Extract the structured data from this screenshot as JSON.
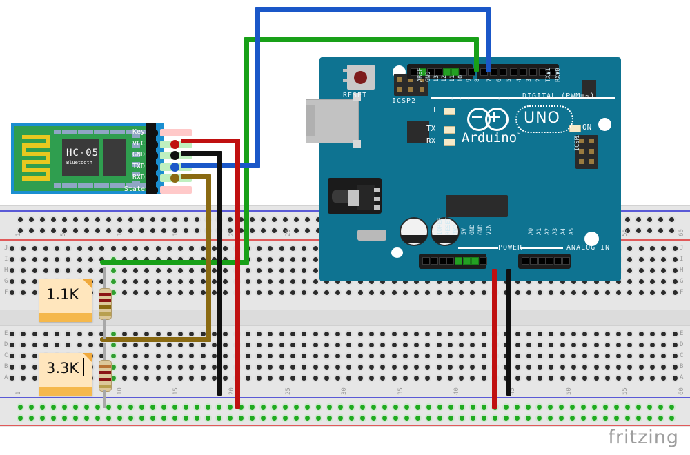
{
  "app": {
    "watermark": "fritzing",
    "background": "#ffffff"
  },
  "hc05": {
    "title": "HC-05",
    "subtitle": "Bluetooth",
    "pins": [
      {
        "name": "Key",
        "connected": false,
        "wire_color": ""
      },
      {
        "name": "VCC",
        "connected": true,
        "wire_color": "#c01010"
      },
      {
        "name": "GND",
        "connected": true,
        "wire_color": "#101010"
      },
      {
        "name": "TXD",
        "connected": true,
        "wire_color": "#1a57c8"
      },
      {
        "name": "RXD",
        "connected": true,
        "wire_color": "#8a6a12"
      },
      {
        "name": "State",
        "connected": false,
        "wire_color": ""
      }
    ],
    "pcb_color": "#2f9e4f",
    "edge_color": "#1b8fd0",
    "antenna_color": "#e8c820"
  },
  "arduino": {
    "board_name": "UNO",
    "brand": "Arduino",
    "trademark": "™",
    "pcb_color": "#0e7391",
    "reset_label": "RESET",
    "icsp2_label": "ICSP2",
    "icsp_label": "ICSP",
    "icsp_pin1": "1",
    "digital_label": "DIGITAL  (PWM=~)",
    "power_label": "POWER",
    "analog_label": "ANALOG IN",
    "leds": [
      {
        "label": "L"
      },
      {
        "label": "TX"
      },
      {
        "label": "RX"
      },
      {
        "label": "ON"
      }
    ],
    "digital_header_left": [
      {
        "label": "AREF",
        "connected": false,
        "wire": ""
      },
      {
        "label": "GND",
        "connected": true,
        "wire": ""
      },
      {
        "label": "13",
        "connected": false,
        "wire": ""
      },
      {
        "label": "12",
        "connected": false,
        "wire": ""
      },
      {
        "label": "11",
        "pwm": "~",
        "connected": true,
        "wire": "#18a018"
      },
      {
        "label": "10",
        "pwm": "~",
        "connected": true,
        "wire": "#1a57c8"
      },
      {
        "label": "9",
        "pwm": "~",
        "connected": false,
        "wire": ""
      },
      {
        "label": "8",
        "connected": false,
        "wire": ""
      }
    ],
    "digital_header_right": [
      {
        "label": "7",
        "connected": false
      },
      {
        "label": "6",
        "pwm": "~",
        "connected": false
      },
      {
        "label": "5",
        "pwm": "~",
        "connected": false
      },
      {
        "label": "4",
        "connected": false
      },
      {
        "label": "3",
        "pwm": "~",
        "connected": false
      },
      {
        "label": "2",
        "connected": false
      },
      {
        "label": "TX▲1",
        "connected": false
      },
      {
        "label": "RX▼0",
        "connected": false
      }
    ],
    "power_header": [
      {
        "label": "",
        "connected": false
      },
      {
        "label": "IOREF",
        "connected": false
      },
      {
        "label": "RESET",
        "connected": false
      },
      {
        "label": "3V3",
        "connected": false
      },
      {
        "label": "5V",
        "connected": true,
        "wire": "#c01010"
      },
      {
        "label": "GND",
        "connected": true,
        "wire": "#101010"
      },
      {
        "label": "GND",
        "connected": true,
        "wire": ""
      },
      {
        "label": "VIN",
        "connected": false
      }
    ],
    "analog_header": [
      {
        "label": "A0"
      },
      {
        "label": "A1"
      },
      {
        "label": "A2"
      },
      {
        "label": "A3"
      },
      {
        "label": "A4"
      },
      {
        "label": "A5"
      }
    ]
  },
  "breadboard": {
    "row_labels_top": [
      "J",
      "I",
      "H",
      "G",
      "F"
    ],
    "row_labels_bottom": [
      "E",
      "D",
      "C",
      "B",
      "A"
    ],
    "column_labels": [
      "1",
      "5",
      "10",
      "15",
      "20",
      "25",
      "30",
      "35",
      "40",
      "45",
      "50",
      "55",
      "60"
    ],
    "rail_positive_color": "#e05a5a",
    "rail_negative_color": "#5a5ad6"
  },
  "notes": [
    {
      "text": "1.1K",
      "has_caret": false
    },
    {
      "text": "3.3K",
      "has_caret": true
    }
  ],
  "resistors": [
    {
      "value": "1.1K",
      "bands": [
        "#8a1414",
        "#8a1414",
        "#8a6a12",
        "#b8a050"
      ]
    },
    {
      "value": "3.3K",
      "bands": [
        "#b87333",
        "#8a1414",
        "#8a1414",
        "#b8a050"
      ]
    }
  ],
  "wires": [
    {
      "name": "hc05-vcc-to-rail",
      "color": "#c01010",
      "from": "HC-05 VCC",
      "to": "breadboard + rail"
    },
    {
      "name": "hc05-gnd-to-rail",
      "color": "#101010",
      "from": "HC-05 GND",
      "to": "breadboard - rail"
    },
    {
      "name": "hc05-txd-to-pin10",
      "color": "#1a57c8",
      "from": "HC-05 TXD",
      "to": "Arduino pin 10"
    },
    {
      "name": "hc05-rxd-to-divider",
      "color": "#8a6a12",
      "from": "HC-05 RXD",
      "to": "voltage divider"
    },
    {
      "name": "pin11-to-divider",
      "color": "#18a018",
      "from": "Arduino pin 11",
      "to": "voltage divider"
    },
    {
      "name": "arduino-5v-to-rail",
      "color": "#c01010",
      "from": "Arduino 5V",
      "to": "breadboard + rail"
    },
    {
      "name": "arduino-gnd-to-rail",
      "color": "#101010",
      "from": "Arduino GND",
      "to": "breadboard - rail"
    }
  ]
}
